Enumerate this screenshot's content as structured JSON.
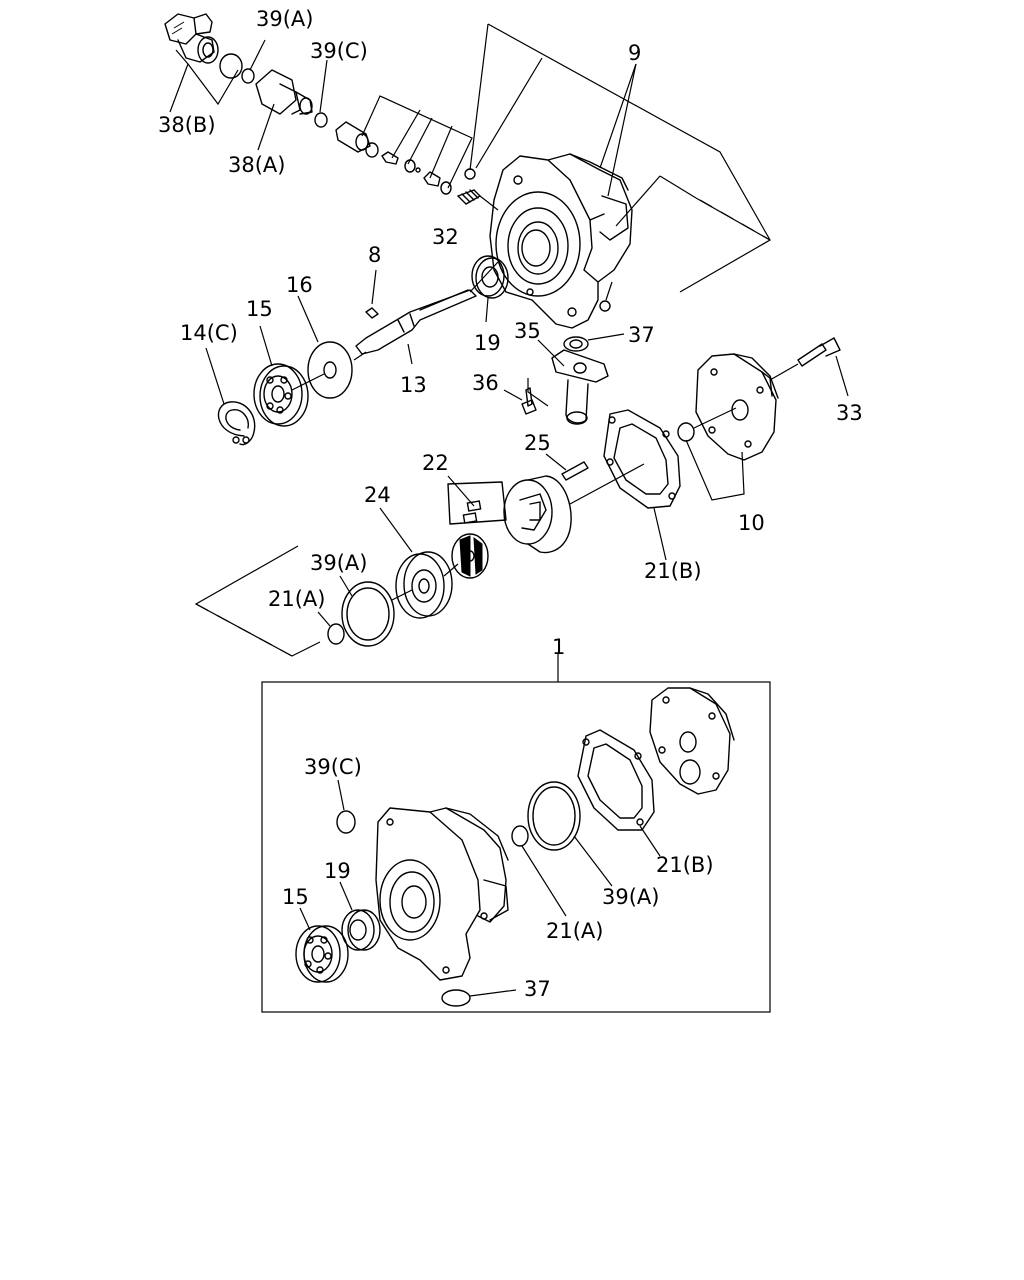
{
  "labels": {
    "l39a_top": "39(A)",
    "l39c_top": "39(C)",
    "l9": "9",
    "l38b": "38(B)",
    "l38a": "38(A)",
    "l32": "32",
    "l8": "8",
    "l16": "16",
    "l15_top": "15",
    "l14c": "14(C)",
    "l19_top": "19",
    "l35": "35",
    "l37_top": "37",
    "l13": "13",
    "l36": "36",
    "l33": "33",
    "l25": "25",
    "l22": "22",
    "l24": "24",
    "l10": "10",
    "l39a_mid": "39(A)",
    "l21a_mid": "21(A)",
    "l21b_mid": "21(B)",
    "l1": "1",
    "l39c_box": "39(C)",
    "l19_box": "19",
    "l15_box": "15",
    "l21b_box": "21(B)",
    "l39a_box": "39(A)",
    "l21a_box": "21(A)",
    "l37_box": "37"
  }
}
